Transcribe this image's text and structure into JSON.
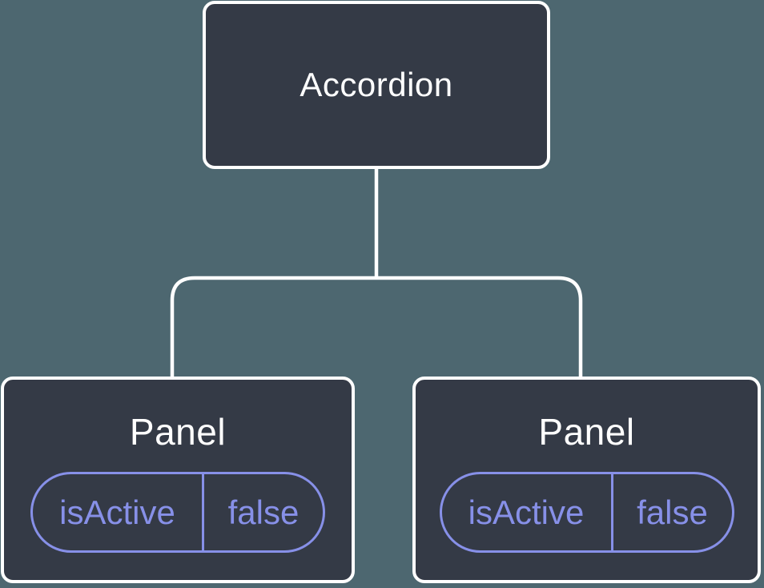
{
  "colors": {
    "background": "#4D6770",
    "card": "#343A46",
    "card_border": "#FFFFFF",
    "accent_purple": "#8790E8",
    "text_white": "#FFFFFF",
    "connector": "#FFFFFF"
  },
  "diagram": {
    "root": {
      "label": "Accordion"
    },
    "children": [
      {
        "label": "Panel",
        "state": {
          "name": "isActive",
          "value": "false"
        }
      },
      {
        "label": "Panel",
        "state": {
          "name": "isActive",
          "value": "false"
        }
      }
    ]
  }
}
